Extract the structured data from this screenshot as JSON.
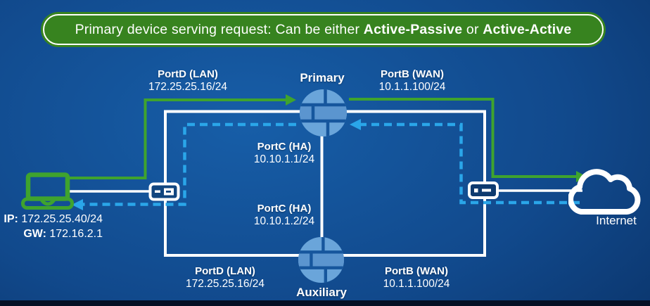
{
  "banner": {
    "prefix": "Primary device serving request: Can be either ",
    "bold1": "Active-Passive",
    "middle": " or ",
    "bold2": "Active-Active"
  },
  "devices": {
    "primary": {
      "name": "Primary",
      "icon": "firewall-icon"
    },
    "auxiliary": {
      "name": "Auxiliary",
      "icon": "firewall-icon"
    },
    "internet": {
      "name": "Internet",
      "icon": "cloud-icon"
    },
    "client": {
      "icon": "laptop-icon",
      "ip_label": "IP:",
      "ip": "172.25.25.40/24",
      "gw_label": "GW:",
      "gw": "172.16.2.1"
    },
    "lan_connector": {
      "icon": "switch-icon"
    },
    "wan_connector": {
      "icon": "switch-icon"
    }
  },
  "ports": {
    "primary_lan": {
      "port": "PortD (LAN)",
      "ip": "172.25.25.16/24"
    },
    "primary_wan": {
      "port": "PortB (WAN)",
      "ip": "10.1.1.100/24"
    },
    "primary_ha": {
      "port": "PortC (HA)",
      "ip": "10.10.1.1/24"
    },
    "auxiliary_ha": {
      "port": "PortC (HA)",
      "ip": "10.10.1.2/24"
    },
    "auxiliary_lan": {
      "port": "PortD (LAN)",
      "ip": "172.25.25.16/24"
    },
    "auxiliary_wan": {
      "port": "PortB (WAN)",
      "ip": "10.1.1.100/24"
    }
  },
  "flows": {
    "request": {
      "description": "solid green arrows: client to Internet via Primary",
      "color": "#3fa32e"
    },
    "reply": {
      "description": "dashed blue arrows: Internet to client via Primary",
      "color": "#2aa6e9"
    }
  },
  "colors": {
    "banner_green": "#37831f",
    "line_white": "#ffffff",
    "firewall_fill": "#67a3d8",
    "firewall_mortar": "#16569d",
    "laptop_green": "#3fa32e",
    "background_blue": "#11498c"
  }
}
